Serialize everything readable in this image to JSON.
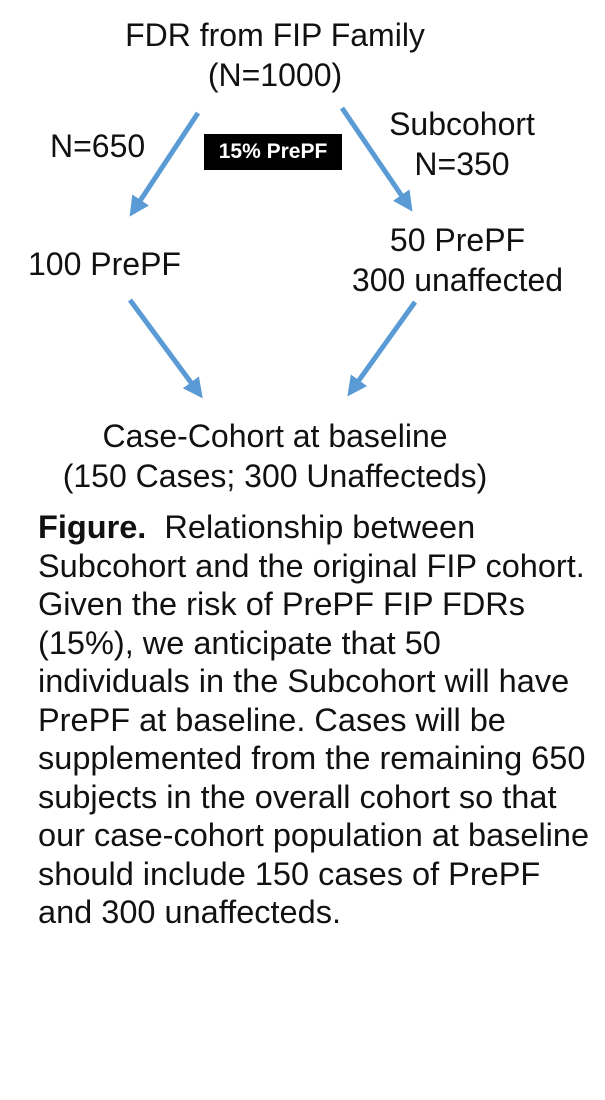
{
  "diagram": {
    "root": {
      "line1": "FDR from FIP Family",
      "line2": "(N=1000)"
    },
    "left_branch": {
      "label": "N=650",
      "result": "100 PrePF"
    },
    "badge": "15% PrePF",
    "right_branch": {
      "label_line1": "Subcohort",
      "label_line2": "N=350",
      "result_line1": "50 PrePF",
      "result_line2": "300 unaffected"
    },
    "bottom": {
      "line1": "Case-Cohort at baseline",
      "line2": "(150 Cases; 300 Unaffecteds)"
    },
    "arrow_color": "#5b9bd5"
  },
  "caption": {
    "lead": "Figure.",
    "body": "Relationship between Subcohort and the original FIP cohort.  Given the risk of PrePF FIP FDRs (15%), we anticipate that 50 individuals in the Subcohort will have PrePF at baseline.  Cases will be supplemented from the remaining 650 subjects in the overall cohort so that our case-cohort population at baseline should include 150 cases of PrePF and 300 unaffecteds."
  }
}
